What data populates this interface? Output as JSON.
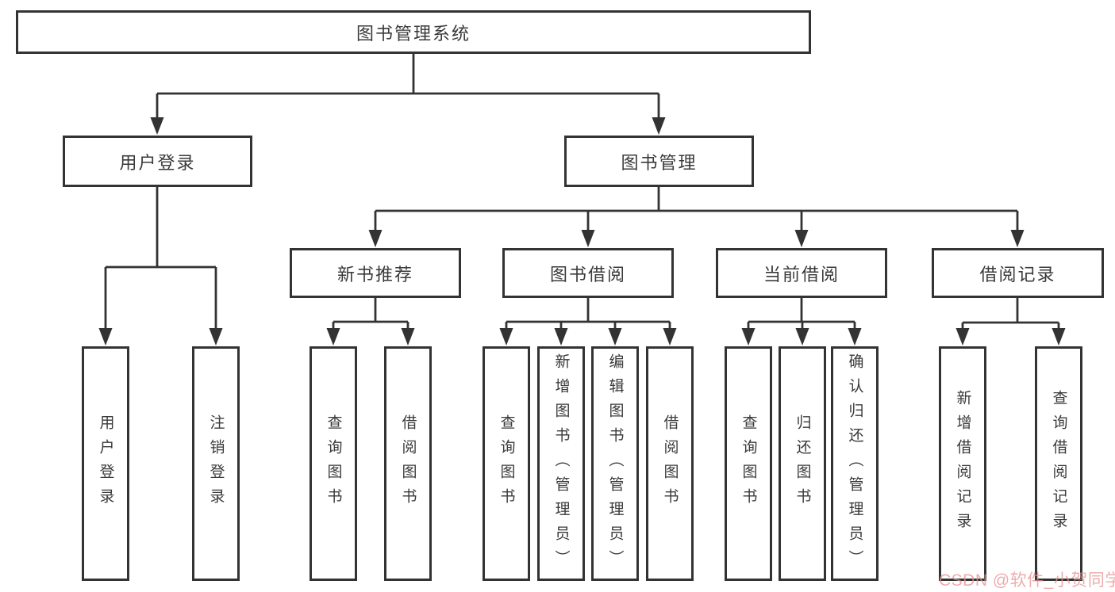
{
  "title": "图书管理系统",
  "watermark": "CSDN @软件_小贺同学",
  "colors": {
    "line": "#333333",
    "text": "#3a3a3a",
    "background": "#ffffff",
    "watermark": "rgba(231,144,144,0.75)"
  },
  "tree": {
    "root": {
      "label": "图书管理系统"
    },
    "level1": [
      {
        "label": "用户登录",
        "children": [
          {
            "label": "用户登录"
          },
          {
            "label": "注销登录"
          }
        ]
      },
      {
        "label": "图书管理",
        "children": [
          {
            "label": "新书推荐",
            "children": [
              {
                "label": "查询图书"
              },
              {
                "label": "借阅图书"
              }
            ]
          },
          {
            "label": "图书借阅",
            "children": [
              {
                "label": "查询图书"
              },
              {
                "label": "新增图书（管理员）"
              },
              {
                "label": "编辑图书（管理员）"
              },
              {
                "label": "借阅图书"
              }
            ]
          },
          {
            "label": "当前借阅",
            "children": [
              {
                "label": "查询图书"
              },
              {
                "label": "归还图书"
              },
              {
                "label": "确认归还（管理员）"
              }
            ]
          },
          {
            "label": "借阅记录",
            "children": [
              {
                "label": "新增借阅记录"
              },
              {
                "label": "查询借阅记录"
              }
            ]
          }
        ]
      }
    ]
  }
}
